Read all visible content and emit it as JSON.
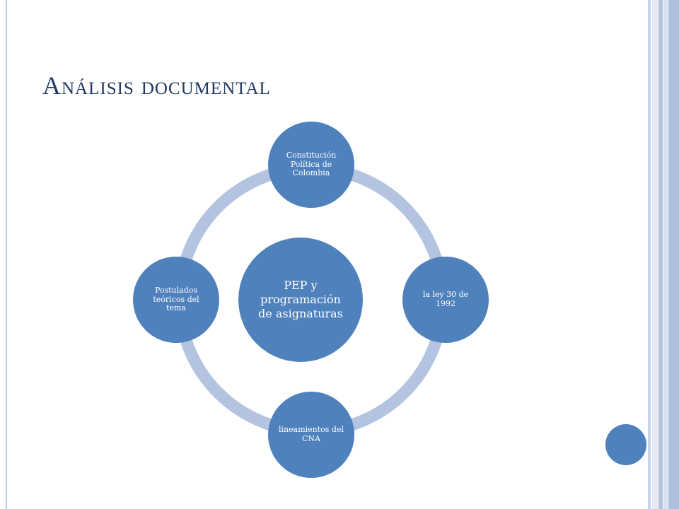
{
  "slide": {
    "title": "Análisis documental"
  },
  "diagram": {
    "center": {
      "label": "PEP y programación de asignaturas"
    },
    "nodes": [
      {
        "id": "top",
        "label": "Constitución Política de Colombia"
      },
      {
        "id": "right",
        "label": "la ley 30 de 1992"
      },
      {
        "id": "bottom",
        "label": "lineamientos del CNA"
      },
      {
        "id": "left",
        "label": "Postulados teóricos del tema"
      }
    ]
  },
  "colors": {
    "node_fill": "#4f81bd",
    "ring": "#b4c4e0",
    "title": "#1f3864",
    "accent_band_light": "#dbe2f0",
    "accent_band_dark": "#a9b9da"
  }
}
